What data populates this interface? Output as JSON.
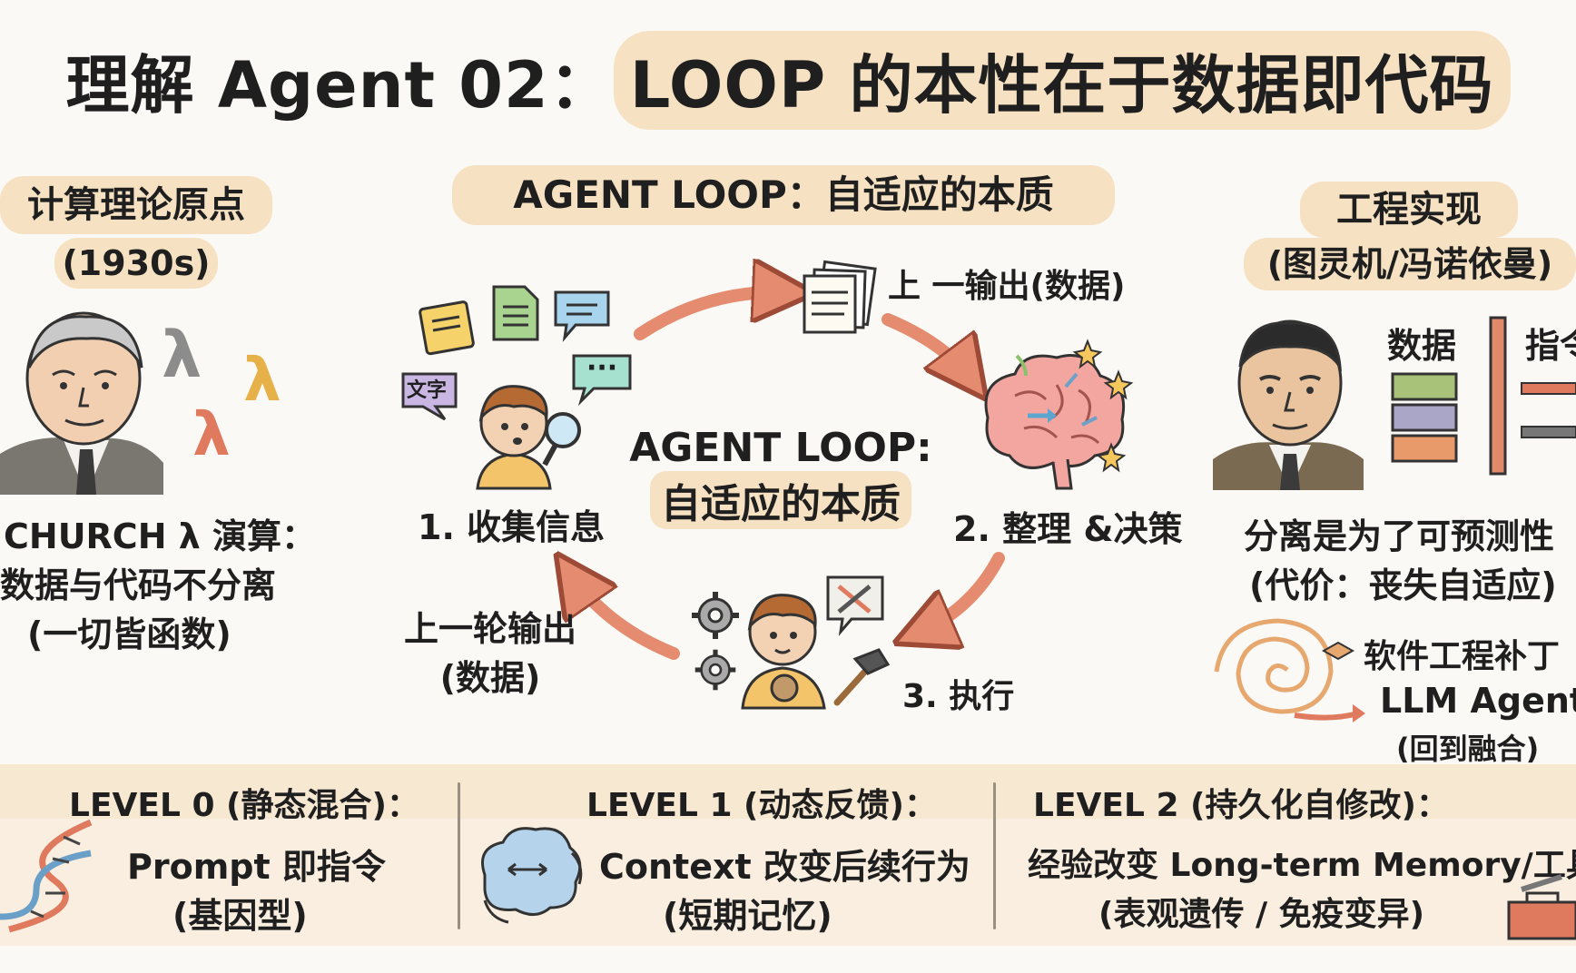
{
  "title": {
    "prefix": "理解 Agent 02：",
    "highlight": "LOOP 的本性在于数据即代码"
  },
  "left": {
    "heading": "计算理论原点",
    "subheading": "(1930s)",
    "lines": [
      "CHURCH λ 演算：",
      "数据与代码不分离",
      "(一切皆函数)"
    ],
    "symbols": [
      "λ",
      "λ",
      "λ"
    ]
  },
  "center": {
    "heading": "AGENT LOOP：自适应的本质",
    "core": [
      "AGENT LOOP:",
      "自适应的本质"
    ],
    "top_output": "上 一输出(数据)",
    "step1": "1. 收集信息",
    "step2": "2. 整理 &决策",
    "step3": "3. 执行",
    "prev_output": [
      "上一轮输出",
      "(数据)"
    ],
    "bubble_text": "文字",
    "bubble_dots": "···"
  },
  "right": {
    "heading": "工程实现",
    "subheading": "(图灵机/冯诺依曼)",
    "data_label": "数据",
    "instr_label": "指令",
    "lines": [
      "分离是为了可预测性",
      "(代价：丧失自适应)"
    ],
    "patch": "软件工程补丁",
    "agent": "LLM Agent",
    "agent_note": "(回到融合)"
  },
  "levels": [
    {
      "title": "LEVEL 0 (静态混合)：",
      "line1": "Prompt 即指令",
      "line2": "(基因型)"
    },
    {
      "title": "LEVEL 1 (动态反馈)：",
      "line1": "Context 改变后续行为",
      "line2": "(短期记忆)"
    },
    {
      "title": "LEVEL 2 (持久化自修改)：",
      "line1": "经验改变 Long-term Memory/工具",
      "line2": "(表观遗传 / 免疫变异)"
    }
  ],
  "colors": {
    "highlight": "#f6e2c2",
    "arrow": "#e58b6f",
    "band": "#f7e8d2"
  },
  "icons": [
    "sticky-note-icon",
    "document-icon",
    "chat-bubble-icon",
    "magnifier-icon",
    "paper-stack-icon",
    "brain-icon",
    "gear-icon",
    "tools-icon",
    "hammer-icon",
    "spiral-icon",
    "dna-icon",
    "cloud-brain-icon",
    "toolbox-icon"
  ]
}
